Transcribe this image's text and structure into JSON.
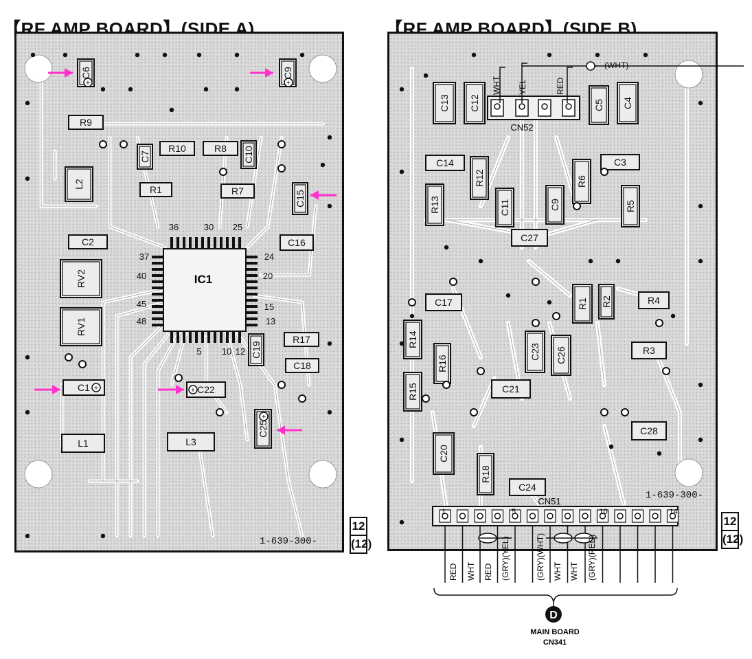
{
  "titles": {
    "side_a": "【RF AMP BOARD】(SIDE A)",
    "side_b": "【RF AMP BOARD】(SIDE B)"
  },
  "board_number": {
    "top": "12",
    "bottom": "(12)"
  },
  "part_number": "1-639-300-",
  "side_a": {
    "ic_label": "IC1",
    "pin_labels": [
      "36",
      "30",
      "25",
      "37",
      "24",
      "40",
      "20",
      "45",
      "15",
      "48",
      "13",
      "5",
      "10",
      "12"
    ],
    "components": [
      "C6",
      "C9",
      "R9",
      "R10",
      "R8",
      "C7",
      "C10",
      "L2",
      "R1",
      "R7",
      "C15",
      "C2",
      "C16",
      "RV2",
      "RV1",
      "R17",
      "C19",
      "C18",
      "C1",
      "C22",
      "C25",
      "L1",
      "L3"
    ]
  },
  "side_b": {
    "connector_cn52": {
      "label": "CN52",
      "wires": [
        "WHT",
        "YEL",
        "RED"
      ],
      "external_wire": "(WHT)"
    },
    "components": [
      "C13",
      "C12",
      "C5",
      "C4",
      "C14",
      "R12",
      "C3",
      "R6",
      "R13",
      "C11",
      "C9",
      "R5",
      "C27",
      "C17",
      "R1",
      "R2",
      "R4",
      "R14",
      "C23",
      "C26",
      "R3",
      "R16",
      "R15",
      "C21",
      "C28",
      "C20",
      "R18",
      "C24"
    ],
    "connector_cn51": {
      "label": "CN51",
      "pin_markers": [
        "1",
        "5",
        "10",
        "14"
      ],
      "wires": [
        "RED",
        "WHT",
        "RED",
        "(GRY)(YEL)",
        "(GRY)(WHT)",
        "WHT",
        "WHT",
        "(GRY)(RED)"
      ]
    },
    "destination": {
      "letter": "D",
      "line1": "MAIN BOARD",
      "line2": "CN341"
    }
  },
  "colors": {
    "arrow": "#ff33cc",
    "ink": "#111111",
    "board": "#dcdcdc"
  }
}
